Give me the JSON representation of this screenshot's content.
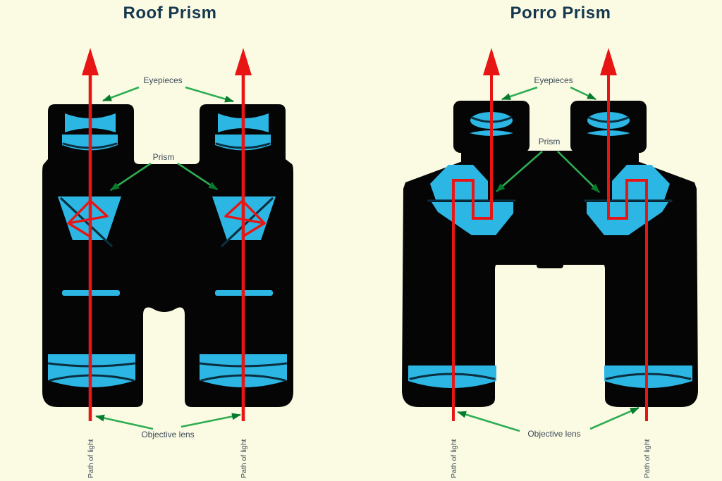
{
  "colors": {
    "background": "#FBFBE4",
    "body": "#050505",
    "lens": "#2CB6E4",
    "lens_line": "#0B2F3F",
    "light_path": "#E81515",
    "arrow_line": "#2EAD52",
    "arrow_head": "#067B2D",
    "label_text": "#3D4A57",
    "title_text": "#16384E"
  },
  "roof": {
    "title": "Roof Prism",
    "labels": {
      "eyepieces": "Eyepieces",
      "prism": "Prism",
      "objective_lens": "Objective lens",
      "path_of_light_left": "Path of light",
      "path_of_light_right": "Path of light"
    }
  },
  "porro": {
    "title": "Porro Prism",
    "labels": {
      "eyepieces": "Eyepieces",
      "prism": "Prism",
      "objective_lens": "Objective lens",
      "path_of_light_left": "Path of light",
      "path_of_light_right": "Path of light"
    }
  }
}
